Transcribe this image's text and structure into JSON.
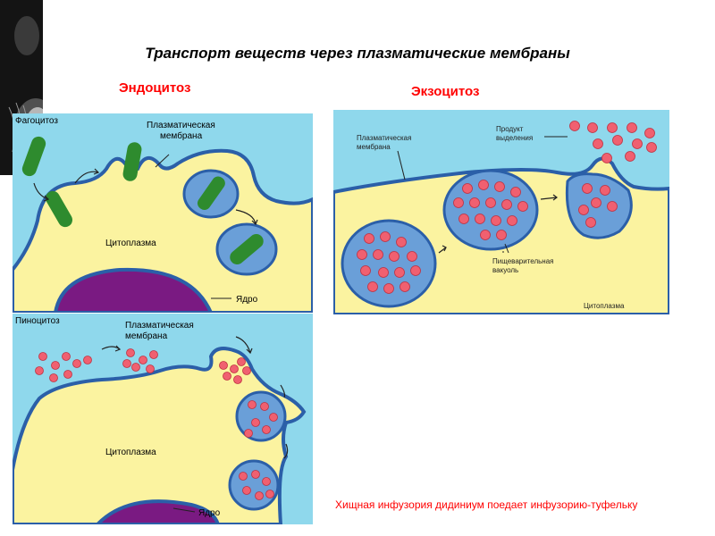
{
  "title": "Транспорт веществ через плазматические мембраны",
  "endocytosis_heading": "Эндоцитоз",
  "exocytosis_heading": "Экзоцитоз",
  "phagocytosis_panel": {
    "label": "Фагоцитоз",
    "membrane_label_line1": "Плазматическая",
    "membrane_label_line2": "мембрана",
    "cytoplasm_label": "Цитоплазма",
    "nucleus_label": "Ядро"
  },
  "pinocytosis_panel": {
    "label": "Пиноцитоз",
    "membrane_label_line1": "Плазматическая",
    "membrane_label_line2": "мембрана",
    "cytoplasm_label": "Цитоплазма",
    "nucleus_label": "Ядро"
  },
  "exocytosis_panel": {
    "membrane_label_line1": "Плазматическая",
    "membrane_label_line2": "мембрана",
    "product_label_line1": "Продукт",
    "product_label_line2": "выделения",
    "vacuole_label_line1": "Пищеварительная",
    "vacuole_label_line2": "вакуоль",
    "cytoplasm_label": "Цитоплазма"
  },
  "caption": "Хищная инфузория дидиниум поедает инфузорию-туфельку",
  "colors": {
    "outside_medium": "#8fd8ec",
    "cytoplasm": "#fbf3a0",
    "membrane": "#2b5fa8",
    "vacuole": "#6a9fd8",
    "nucleus": "#7a1a82",
    "bacterium": "#2e8b2e",
    "particle": "#f06070",
    "heading_red": "#ff0000"
  }
}
